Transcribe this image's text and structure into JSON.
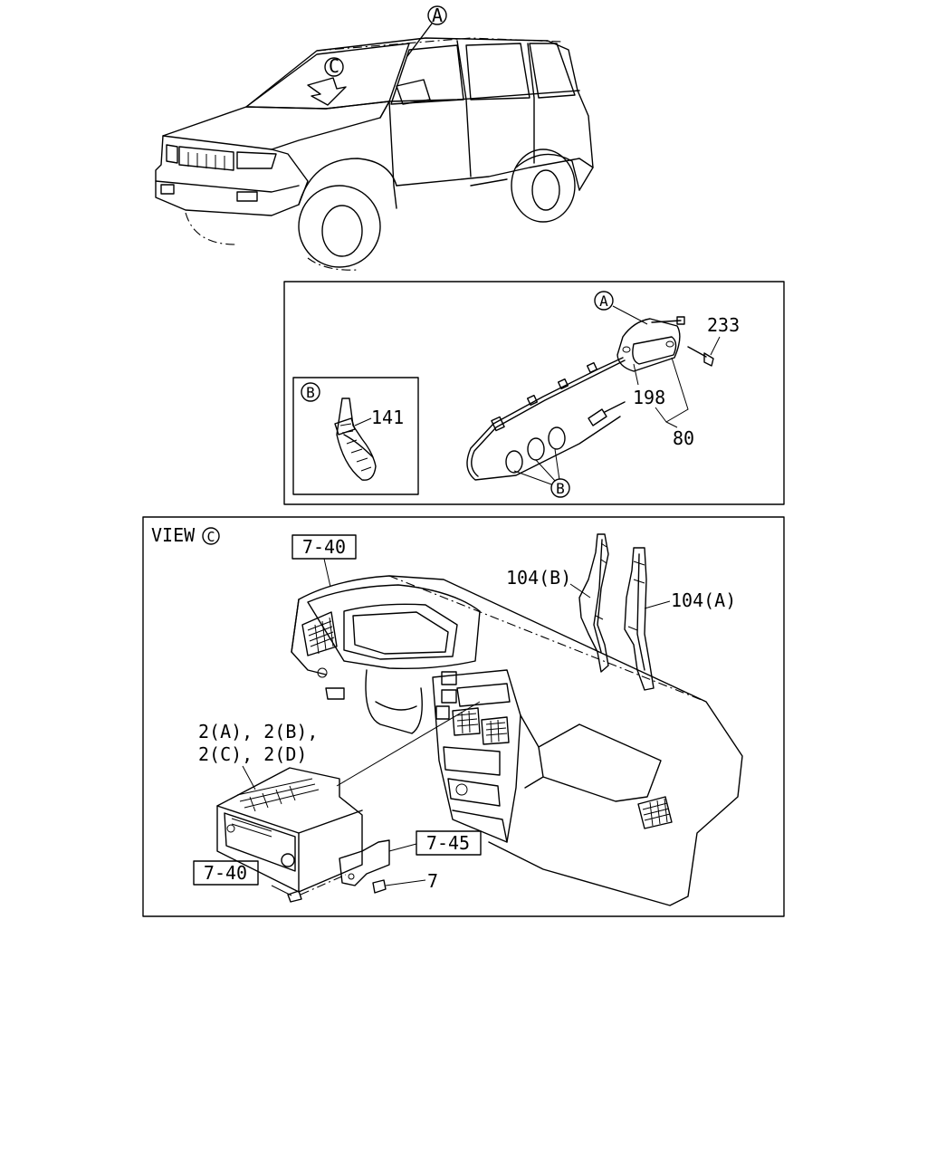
{
  "figure": {
    "vehicle_callouts": {
      "antenna": "A",
      "view_marker": "C"
    },
    "antenna_panel": {
      "callout_a": "A",
      "callout_b": "B",
      "parts": {
        "bolt": "233",
        "cable": "198",
        "assembly": "80"
      },
      "inset": {
        "callout": "B",
        "part": "141"
      }
    },
    "view_panel": {
      "view_prefix": "VIEW",
      "view_letter": "C",
      "ref_dash_top": "7-40",
      "ref_bracket": "7-45",
      "ref_dash_bottom": "7-40",
      "speaker_b": "104(B)",
      "speaker_a": "104(A)",
      "radio_line1": "2(A), 2(B),",
      "radio_line2": "2(C), 2(D)",
      "screw": "7"
    }
  }
}
